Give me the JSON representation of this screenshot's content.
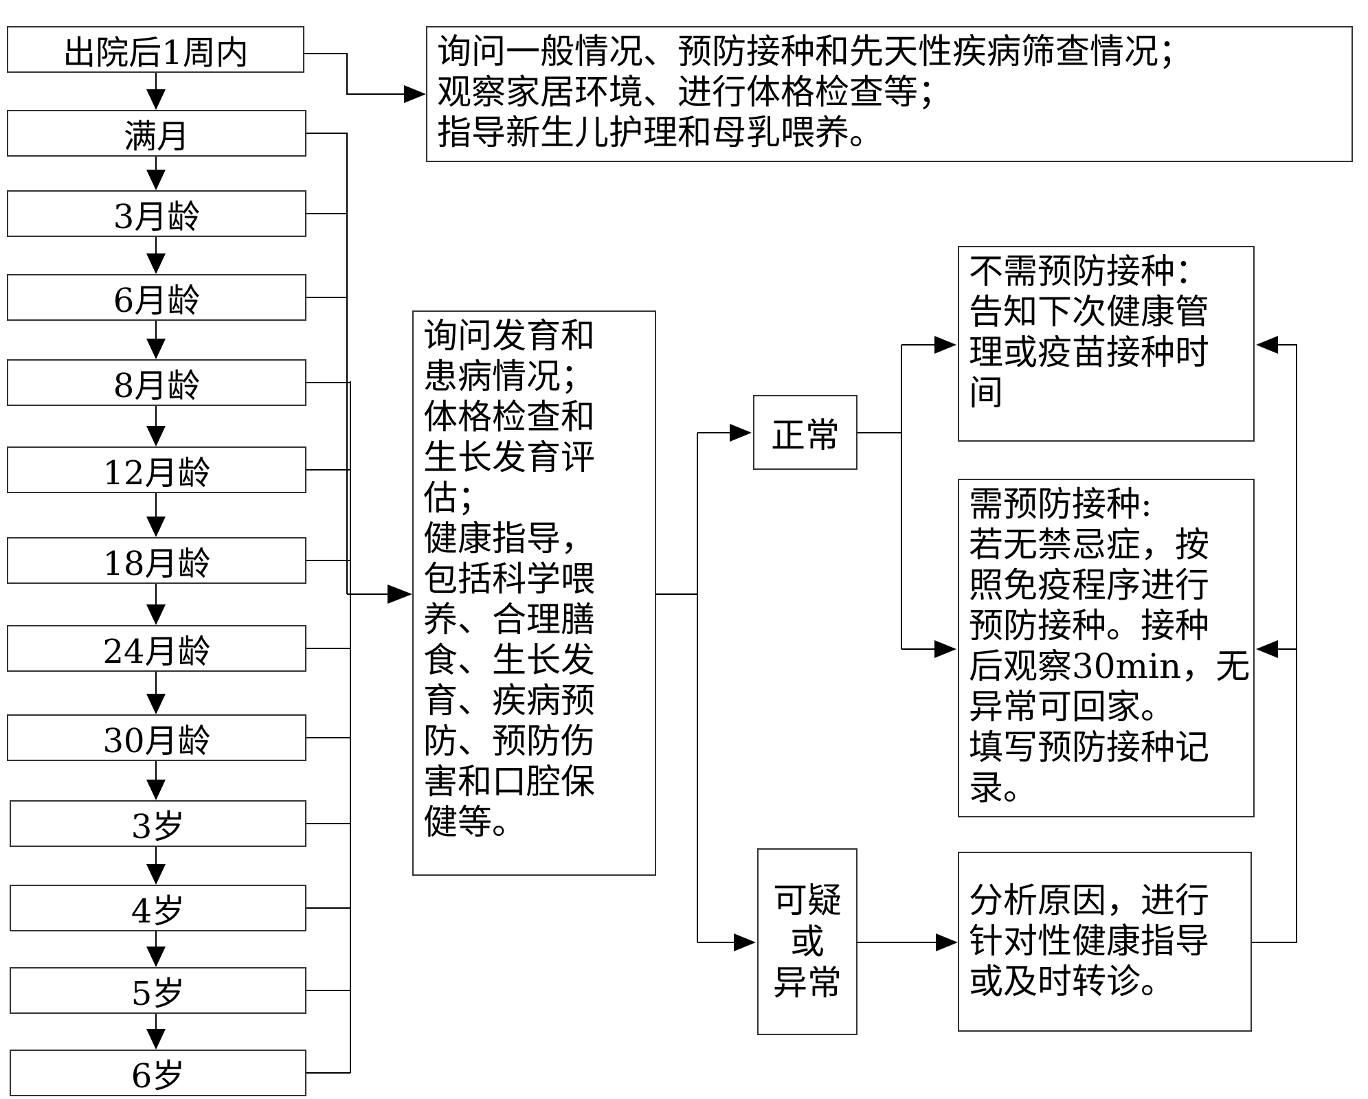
{
  "stages": [
    "出院后1周内",
    "满月",
    "3月龄",
    "6月龄",
    "8月龄",
    "12月龄",
    "18月龄",
    "24月龄",
    "30月龄",
    "3岁",
    "4岁",
    "5岁",
    "6岁"
  ],
  "first_visit": {
    "lines": [
      "询问一般情况、预防接种和先天性疾病筛查情况；",
      "观察家居环境、进行体格检查等；",
      "指导新生儿护理和母乳喂养。"
    ]
  },
  "routine_visit": {
    "lines": [
      "询问发育和",
      "患病情况；",
      "体格检查和",
      "生长发育评",
      "估；",
      "健康指导，",
      "包括科学喂",
      "养、合理膳",
      "食、生长发",
      "育、疾病预",
      "防、预防伤",
      "害和口腔保",
      "健等。"
    ]
  },
  "normal": {
    "label": "正常"
  },
  "abnormal": {
    "lines": [
      "可疑",
      "或",
      "异常"
    ]
  },
  "no_vaccine": {
    "lines": [
      "不需预防接种：",
      "告知下次健康管",
      "理或疫苗接种时",
      "间"
    ]
  },
  "vaccine": {
    "lines": [
      "需预防接种:",
      "若无禁忌症，按",
      "照免疫程序进行",
      "预防接种。接种",
      "后观察30min，无",
      "异常可回家。",
      "填写预防接种记",
      "录。"
    ]
  },
  "abnormal_action": {
    "lines": [
      "分析原因，进行",
      "针对性健康指导",
      "或及时转诊。"
    ]
  }
}
